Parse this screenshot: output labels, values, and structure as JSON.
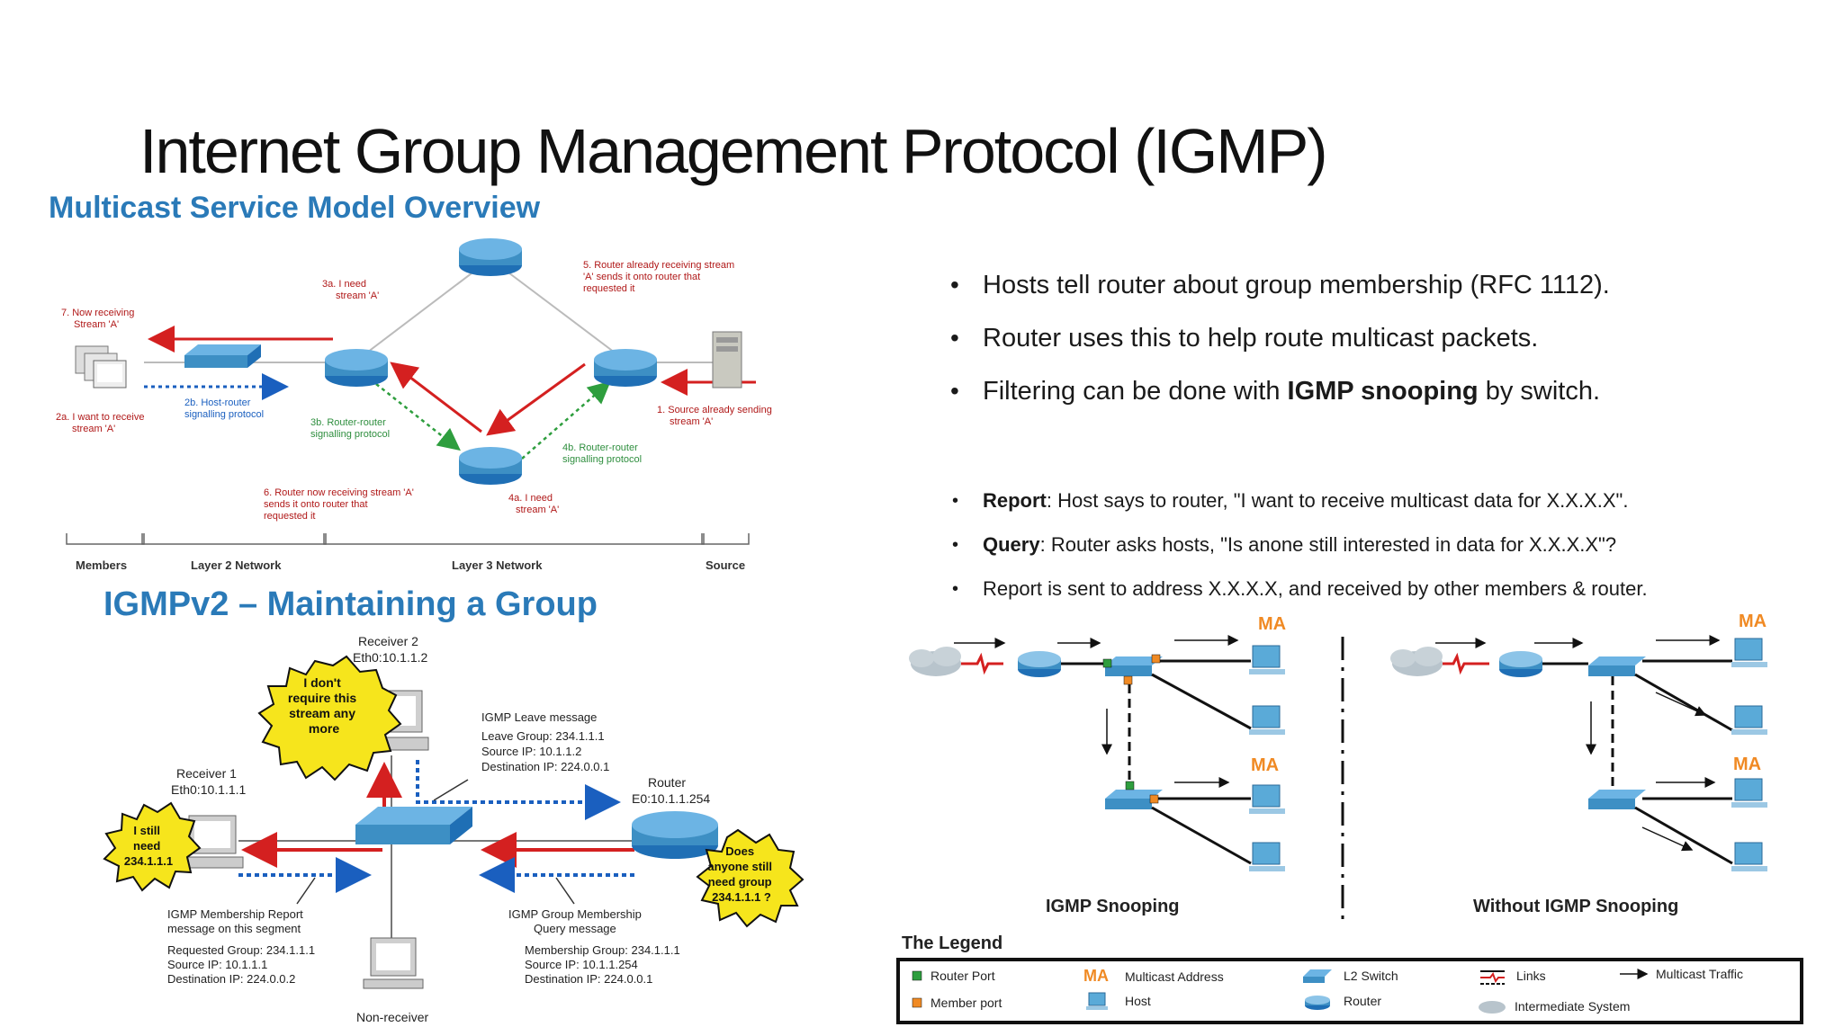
{
  "slide": {
    "title": "Internet Group Management Protocol (IGMP)"
  },
  "multicast_overview": {
    "title": "Multicast Service Model Overview",
    "labels": {
      "step7": [
        "7. Now receiving",
        "Stream 'A'"
      ],
      "step3a": [
        "3a. I need",
        "stream 'A'"
      ],
      "step5": [
        "5. Router already receiving stream",
        "'A' sends it onto router that",
        "requested it"
      ],
      "step2a": [
        "2a. I want to receive",
        "stream 'A'"
      ],
      "step2b": [
        "2b. Host-router",
        "signalling protocol"
      ],
      "step3b": [
        "3b. Router-router",
        "signalling protocol"
      ],
      "step1": [
        "1. Source already sending",
        "stream 'A'"
      ],
      "step4b": [
        "4b. Router-router",
        "signalling protocol"
      ],
      "step6": [
        "6. Router now receiving stream 'A'",
        "sends it onto router that",
        "requested it"
      ],
      "step4a": [
        "4a. I need",
        "stream 'A'"
      ]
    },
    "layers": [
      "Members",
      "Layer 2 Network",
      "Layer 3 Network",
      "Source"
    ]
  },
  "igmpv2": {
    "title": "IGMPv2 – Maintaining a Group",
    "receiver2": [
      "Receiver 2",
      "Eth0:10.1.1.2"
    ],
    "receiver1": [
      "Receiver 1",
      "Eth0:10.1.1.1"
    ],
    "router": [
      "Router",
      "E0:10.1.1.254"
    ],
    "bubble_receiver2": [
      "I don't",
      "require this",
      "stream any",
      "more"
    ],
    "bubble_receiver1": [
      "I still",
      "need",
      "234.1.1.1"
    ],
    "bubble_router": [
      "Does",
      "anyone still",
      "need group",
      "234.1.1.1 ?"
    ],
    "leave_message": [
      "IGMP Leave message",
      "Leave Group: 234.1.1.1",
      "Source IP: 10.1.1.2",
      "Destination IP: 224.0.0.1"
    ],
    "report_message": [
      "IGMP Membership Report",
      "message on this segment",
      "Requested Group: 234.1.1.1",
      "Source IP: 10.1.1.1",
      "Destination IP: 224.0.0.2"
    ],
    "query_message": [
      "IGMP Group Membership",
      "Query message",
      "Membership Group: 234.1.1.1",
      "Source IP: 10.1.1.254",
      "Destination IP: 224.0.0.1"
    ],
    "non_receiver": "Non-receiver"
  },
  "bullets": {
    "main": [
      {
        "pre": "Hosts tell router about group membership (RFC 1112).",
        "bold": "",
        "post": ""
      },
      {
        "pre": "Router uses this to help route multicast packets.",
        "bold": "",
        "post": ""
      },
      {
        "pre": "Filtering can be done with ",
        "bold": "IGMP snooping",
        "post": " by switch."
      }
    ],
    "detail": [
      {
        "bold": "Report",
        "text": ": Host says to router, \"I want to receive multicast data for X.X.X.X\"."
      },
      {
        "bold": "Query",
        "text": ": Router asks hosts, \"Is anone still interested in data for X.X.X.X\"?"
      },
      {
        "bold": "",
        "text": "Report is sent to address X.X.X.X, and received by other members  & router."
      }
    ]
  },
  "snooping": {
    "ma_label": "MA",
    "left_caption": "IGMP Snooping",
    "right_caption": "Without IGMP Snooping",
    "legend_title": "The Legend",
    "legend": {
      "router_port": "Router Port",
      "member_port": "Member port",
      "ma": "MA",
      "multicast_address": "Multicast Address",
      "host": "Host",
      "l2_switch": "L2 Switch",
      "router": "Router",
      "links": "Links",
      "intermediate_system": "Intermediate System",
      "multicast_traffic": "Multicast Traffic"
    },
    "colors": {
      "ma": "#f08a24",
      "router_port": "#2e9e3e",
      "member_port": "#f08a24",
      "device": "#3d8fc4"
    }
  }
}
